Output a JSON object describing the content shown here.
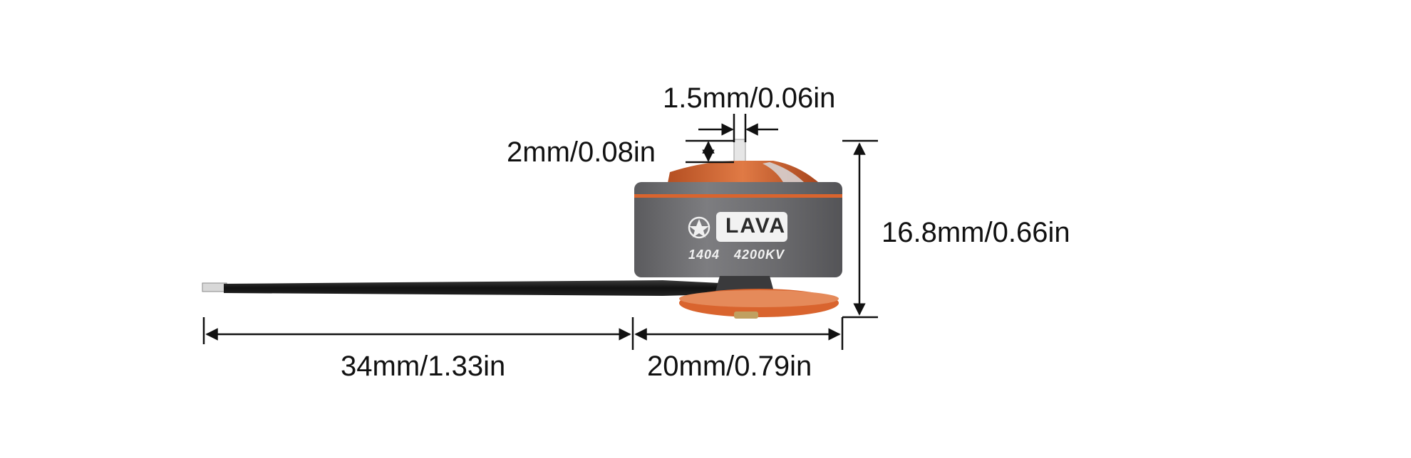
{
  "dimensions": {
    "shaft_diameter": "1.5mm/0.06in",
    "shaft_length": "2mm/0.08in",
    "motor_height": "16.8mm/0.66in",
    "lead_length": "34mm/1.33in",
    "motor_width": "20mm/0.79in"
  },
  "motor": {
    "brand": "LAVA",
    "model": "1404",
    "kv": "4200KV",
    "logo_icon": "star-emblem-icon"
  },
  "colors": {
    "motor_body": "#6f6f72",
    "accent_orange": "#d9642e",
    "cable": "#1a1a1a",
    "dimension_line": "#111111"
  }
}
